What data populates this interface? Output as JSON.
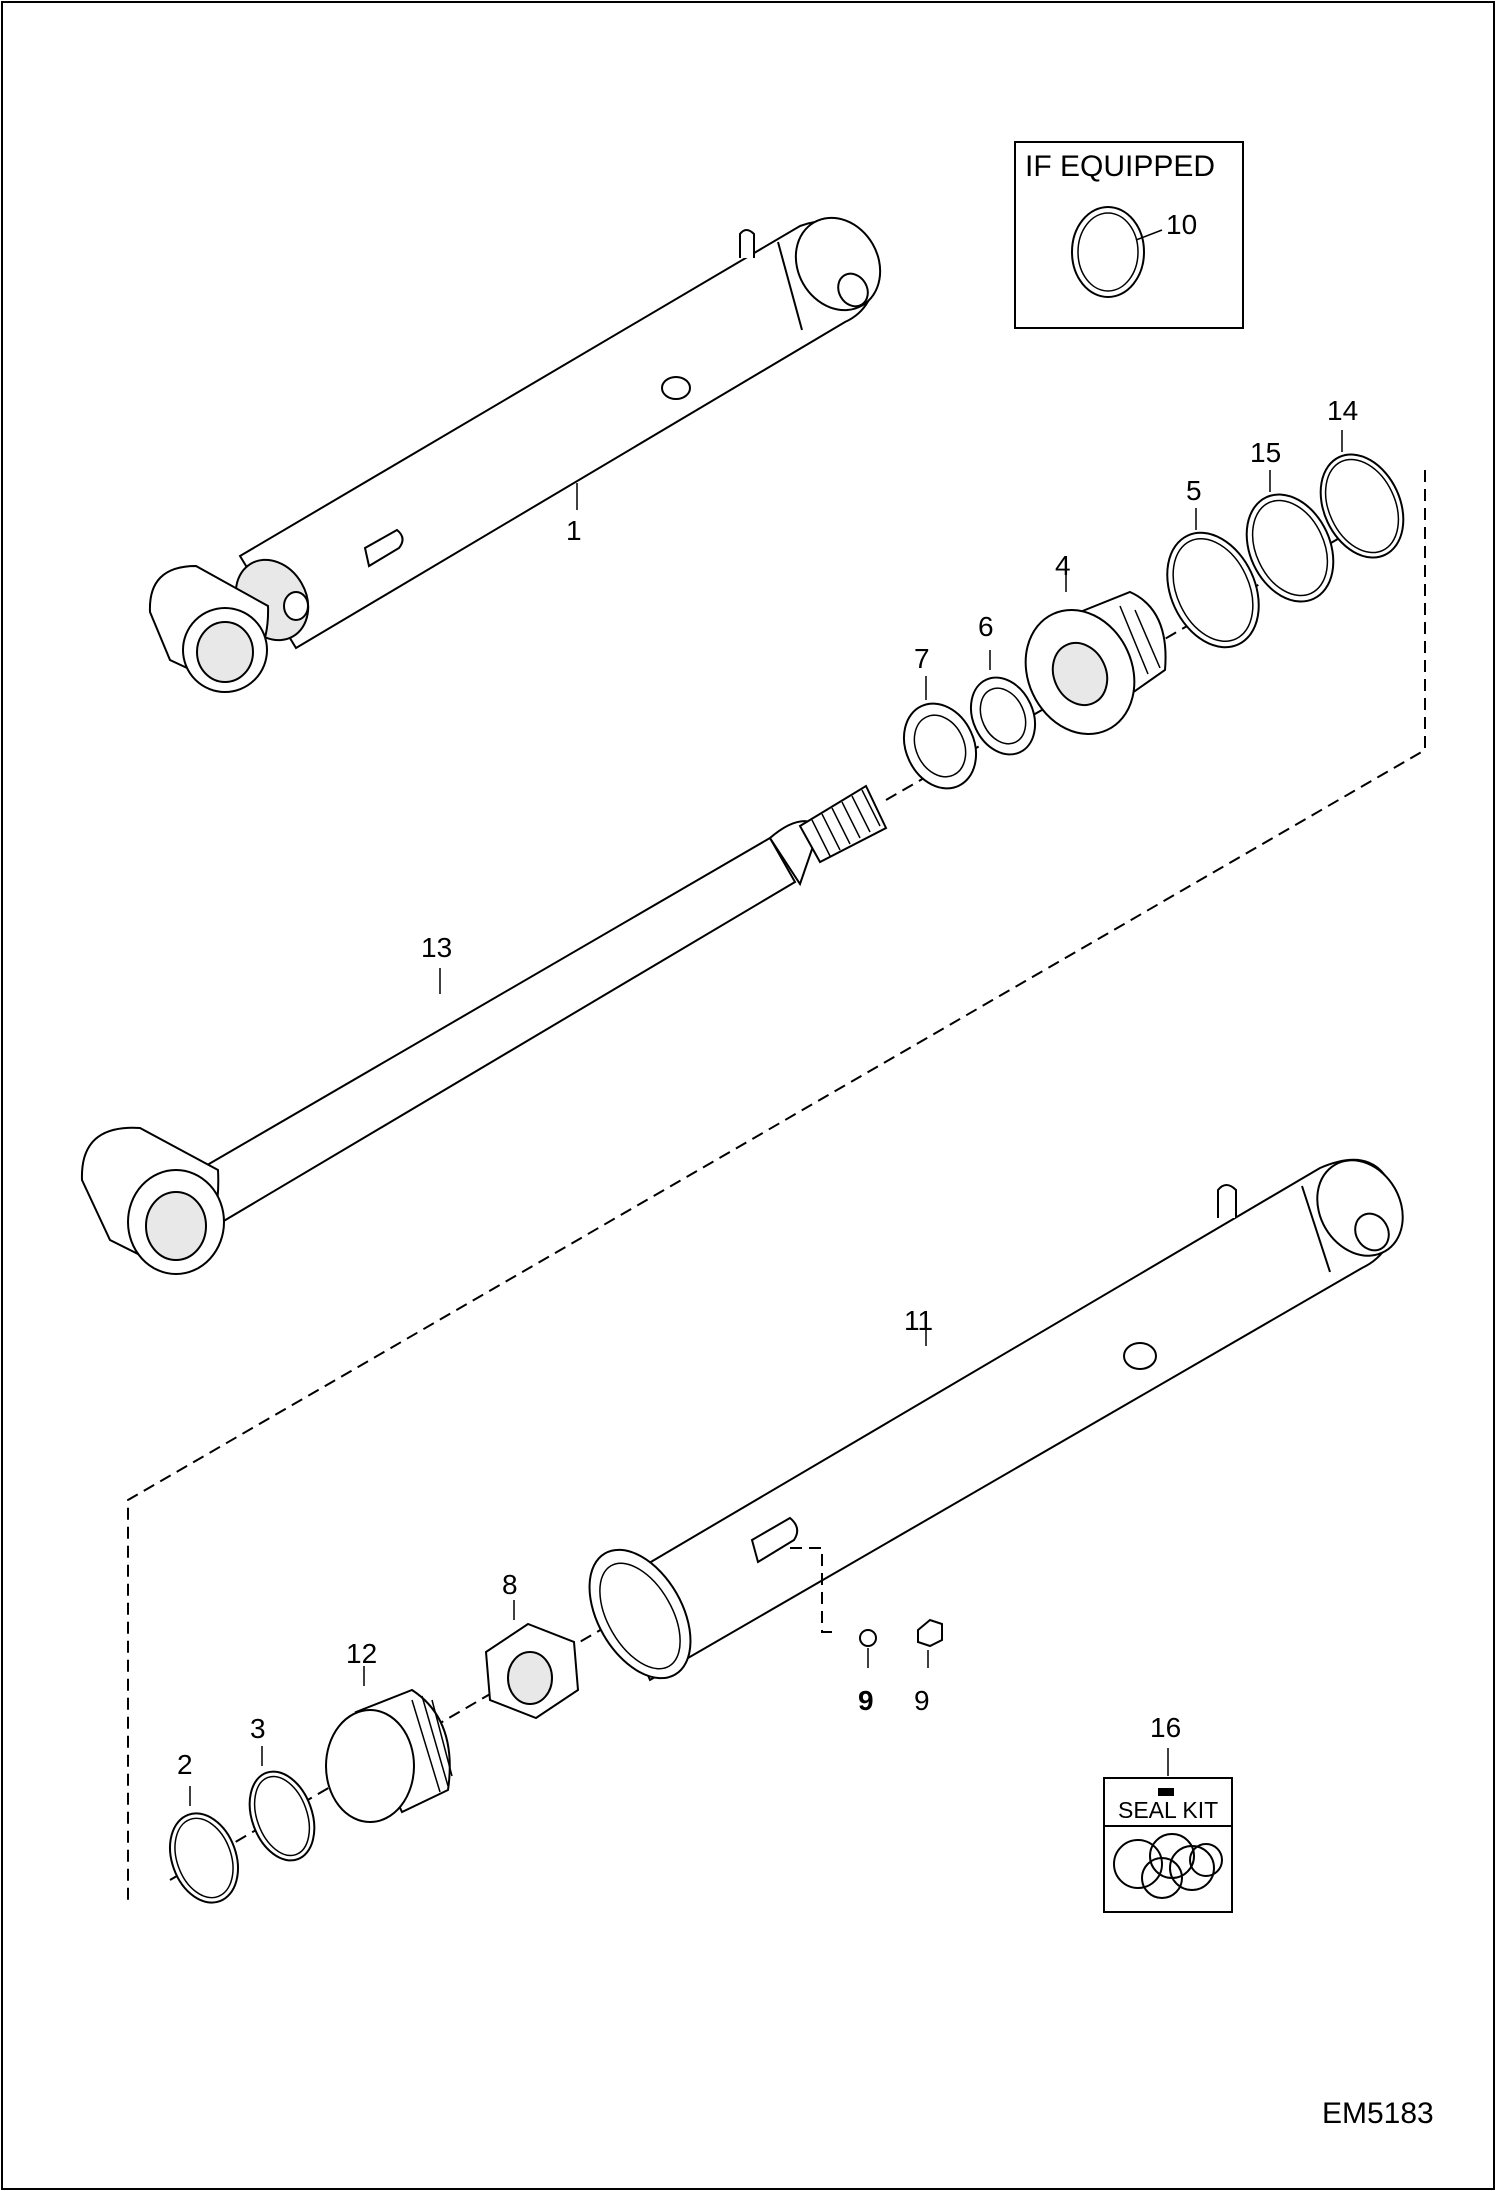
{
  "callouts": {
    "c1": "1",
    "c2": "2",
    "c3": "3",
    "c4": "4",
    "c5": "5",
    "c6": "6",
    "c7": "7",
    "c8": "8",
    "c9a": "9",
    "c9b": "9",
    "c10": "10",
    "c11": "11",
    "c12": "12",
    "c13": "13",
    "c14": "14",
    "c15": "15",
    "c16": "16"
  },
  "if_equipped": {
    "title": "IF EQUIPPED"
  },
  "seal_kit": {
    "title": "SEAL KIT"
  },
  "figure_id": "EM5183",
  "colors": {
    "line": "#000000",
    "background": "#ffffff",
    "part_shade": "#e8e8e8"
  }
}
